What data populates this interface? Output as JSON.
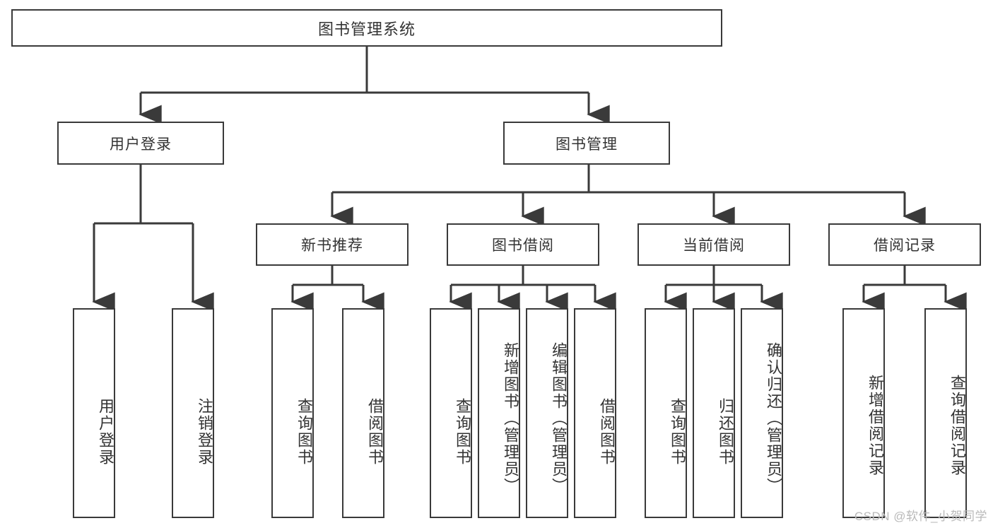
{
  "diagram": {
    "title": "图书管理系统",
    "type": "tree-hierarchy",
    "root": {
      "label": "图书管理系统"
    },
    "level2": [
      {
        "label": "用户登录"
      },
      {
        "label": "图书管理"
      }
    ],
    "level3": [
      {
        "label": "新书推荐"
      },
      {
        "label": "图书借阅"
      },
      {
        "label": "当前借阅"
      },
      {
        "label": "借阅记录"
      }
    ],
    "leaves": {
      "user_login": [
        {
          "label": "用户登录"
        },
        {
          "label": "注销登录"
        }
      ],
      "new_book_recommend": [
        {
          "label": "查询图书"
        },
        {
          "label": "借阅图书"
        }
      ],
      "book_borrow": [
        {
          "label": "查询图书"
        },
        {
          "label": "新增图书（管理员）"
        },
        {
          "label": "编辑图书（管理员）"
        },
        {
          "label": "借阅图书"
        }
      ],
      "current_borrow": [
        {
          "label": "查询图书"
        },
        {
          "label": "归还图书"
        },
        {
          "label": "确认归还（管理员）"
        }
      ],
      "borrow_record": [
        {
          "label": "新增借阅记录"
        },
        {
          "label": "查询借阅记录"
        }
      ]
    }
  },
  "watermark": {
    "text": "CSDN @软件_小贺同学"
  },
  "colors": {
    "stroke": "#3a3a3a",
    "box_fill": "#ffffff",
    "text": "#333333",
    "watermark": "#b9b9b9",
    "background": "#ffffff"
  }
}
